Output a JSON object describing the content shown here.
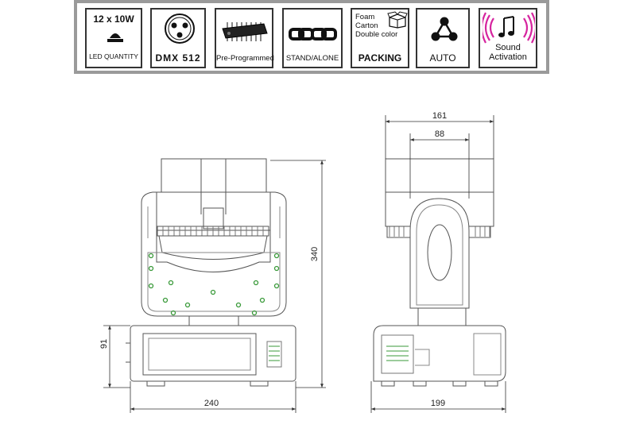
{
  "features": {
    "led": {
      "power": "12 x 10W",
      "label": "LED QUANTITY"
    },
    "dmx": {
      "label": "DMX 512"
    },
    "program": {
      "label": "Pre-Programmed"
    },
    "stand": {
      "label": "STAND/ALONE"
    },
    "packing": {
      "line1": "Foam",
      "line2": "Carton",
      "line3": "Double color",
      "label": "PACKING"
    },
    "auto": {
      "label": "AUTO"
    },
    "sound": {
      "line1": "Sound",
      "line2": "Activation"
    }
  },
  "dimensions": {
    "total_height": "340",
    "base_height": "91",
    "front_width": "240",
    "side_depth": "199",
    "head_width": "161",
    "yoke_width": "88"
  },
  "colors": {
    "banner_border": "#9a9a9a",
    "sound_accent": "#d6249f",
    "screw_green": "#3a9a3a"
  }
}
